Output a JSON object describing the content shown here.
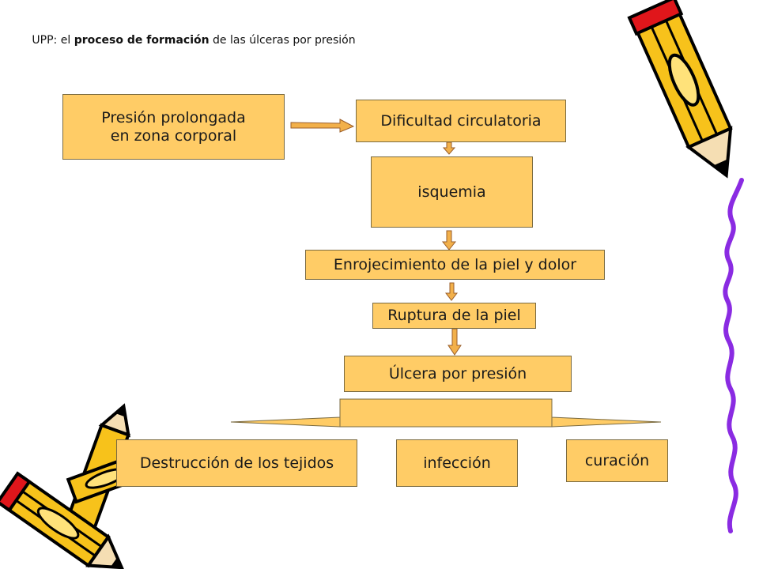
{
  "title": {
    "prefix": "UPP: el ",
    "bold": "proceso de formación",
    "suffix": " de las úlceras por presión"
  },
  "nodes": {
    "presion_line1": "Presión prolongada",
    "presion_line2": "en zona corporal",
    "dificultad": "Dificultad circulatoria",
    "isquemia": "isquemia",
    "enrojecimiento": "Enrojecimiento de la piel y dolor",
    "ruptura": "Ruptura de la piel",
    "ulcera": "Úlcera por presión",
    "destruccion": "Destrucción de los tejidos",
    "infeccion": "infección",
    "curacion": "curación"
  },
  "colors": {
    "box_fill": "#ffcc66",
    "arrow_fill": "#f2b04a",
    "pencil_yellow": "#f7c21b",
    "pencil_red": "#e0161b",
    "pencil_green": "#3aa23a",
    "squiggle": "#8a2be2"
  },
  "decorations": [
    "pencil-icon-top-right",
    "pencil-group-icon-bottom-left",
    "purple-squiggle"
  ]
}
